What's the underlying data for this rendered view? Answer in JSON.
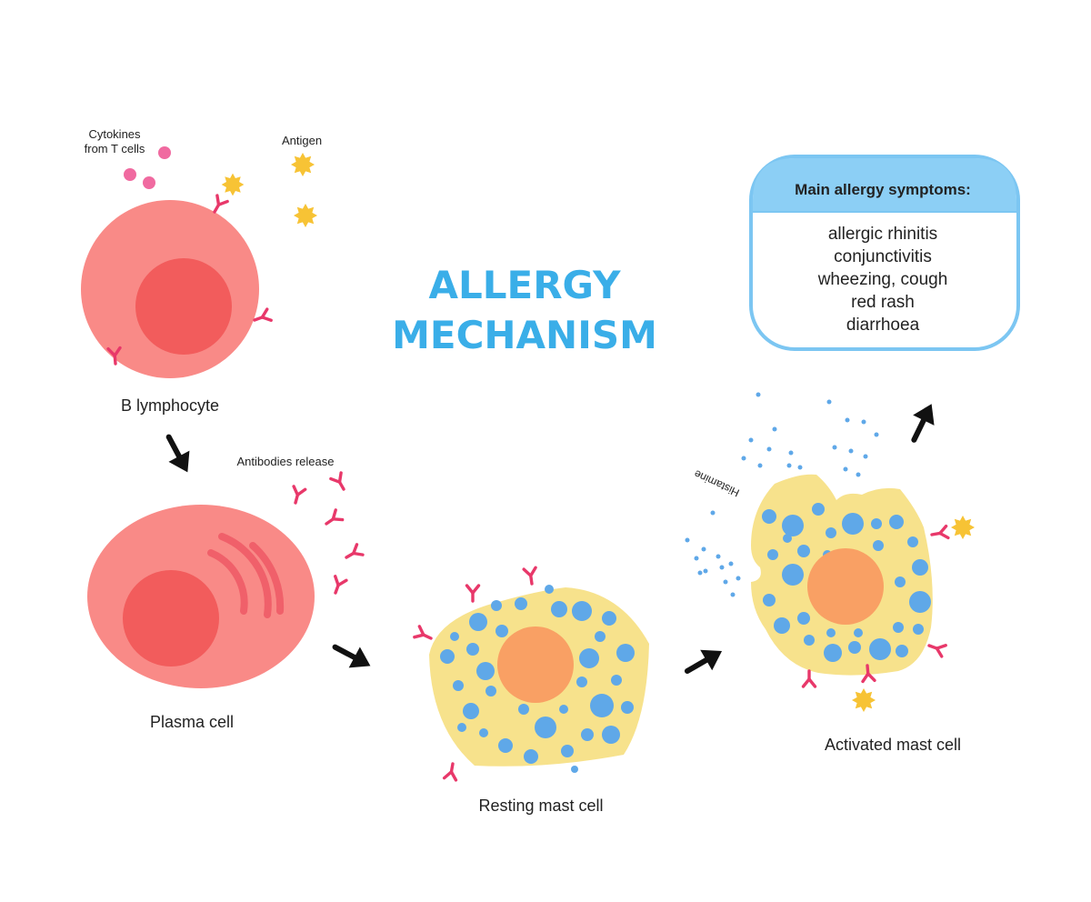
{
  "title": {
    "line1": "ALLERGY",
    "line2": "MECHANISM"
  },
  "labels": {
    "cytokines_line1": "Cytokines",
    "cytokines_line2": "from T cells",
    "antigen": "Antigen",
    "b_lymphocyte": "B lymphocyte",
    "antibodies_release": "Antibodies release",
    "plasma_cell": "Plasma cell",
    "resting_mast_cell": "Resting mast cell",
    "histamine": "Histamine",
    "activated_mast_cell": "Activated mast cell"
  },
  "symptoms": {
    "header": "Main allergy symptoms:",
    "items": [
      "allergic rhinitis",
      "conjunctivitis",
      "wheezing, cough",
      "red rash",
      "diarrhoea"
    ]
  },
  "colors": {
    "title": "#3aaee8",
    "cell_outer": "#f98a87",
    "cell_nucleus": "#f25c5c",
    "antibody": "#e8386a",
    "antigen": "#f7c335",
    "mast_body": "#f7e28c",
    "granule": "#5fa8e8",
    "mast_nucleus": "#f9a064",
    "cytokine": "#f06aa0",
    "box_border": "#7cc6f2",
    "box_header": "#8ccff5"
  }
}
